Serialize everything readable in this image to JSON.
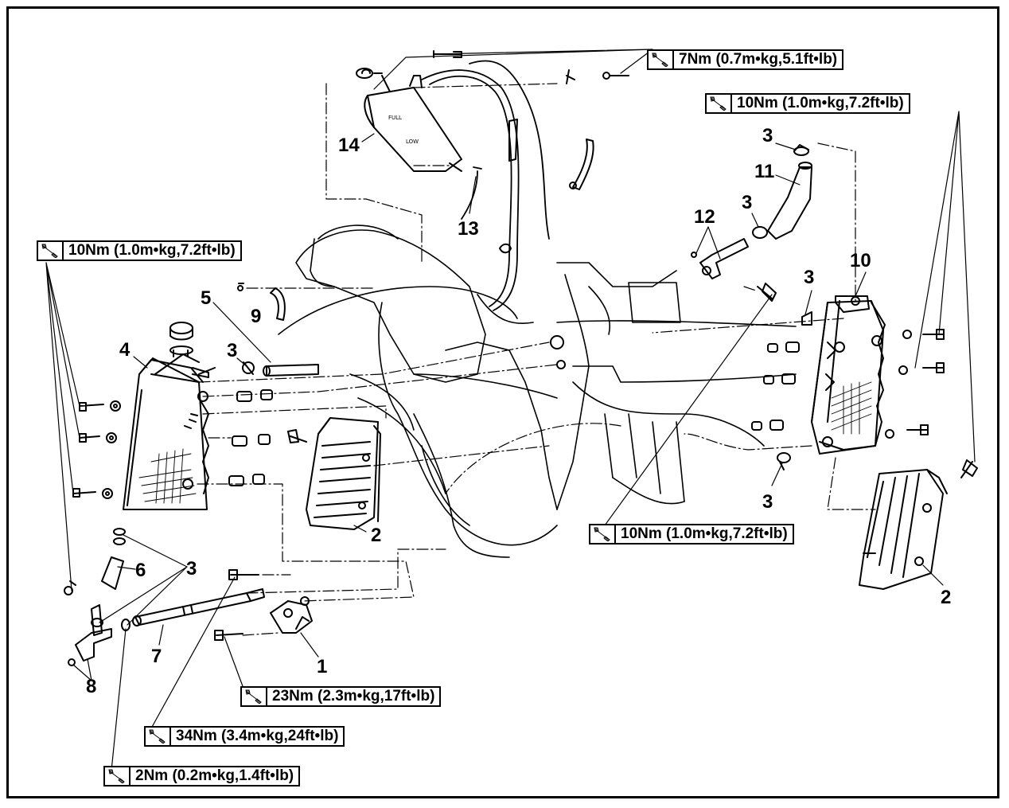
{
  "colors": {
    "ink": "#000000",
    "paper": "#ffffff",
    "shade": "#555555"
  },
  "torque_specs": {
    "t1": "7Nm (0.7m•kg,5.1ft•lb)",
    "t2": "10Nm (1.0m•kg,7.2ft•lb)",
    "t3": "10Nm (1.0m•kg,7.2ft•lb)",
    "t4": "10Nm (1.0m•kg,7.2ft•lb)",
    "t5": "23Nm (2.3m•kg,17ft•lb)",
    "t6": "34Nm (3.4m•kg,24ft•lb)",
    "t7": "2Nm (0.2m•kg,1.4ft•lb)"
  },
  "callouts": {
    "c14": "14",
    "c13": "13",
    "c3a": "3",
    "c11": "11",
    "c3b": "3",
    "c12": "12",
    "c10": "10",
    "c3c": "3",
    "c5": "5",
    "c9": "9",
    "c4": "4",
    "c3d": "3",
    "c2a": "2",
    "c3e": "3",
    "c6": "6",
    "c3f": "3",
    "c7": "7",
    "c1": "1",
    "c8": "8",
    "c2b": "2"
  },
  "tank_labels": {
    "full": "FULL",
    "low": "LOW"
  },
  "icons": {
    "torque": "wrench-icon"
  }
}
